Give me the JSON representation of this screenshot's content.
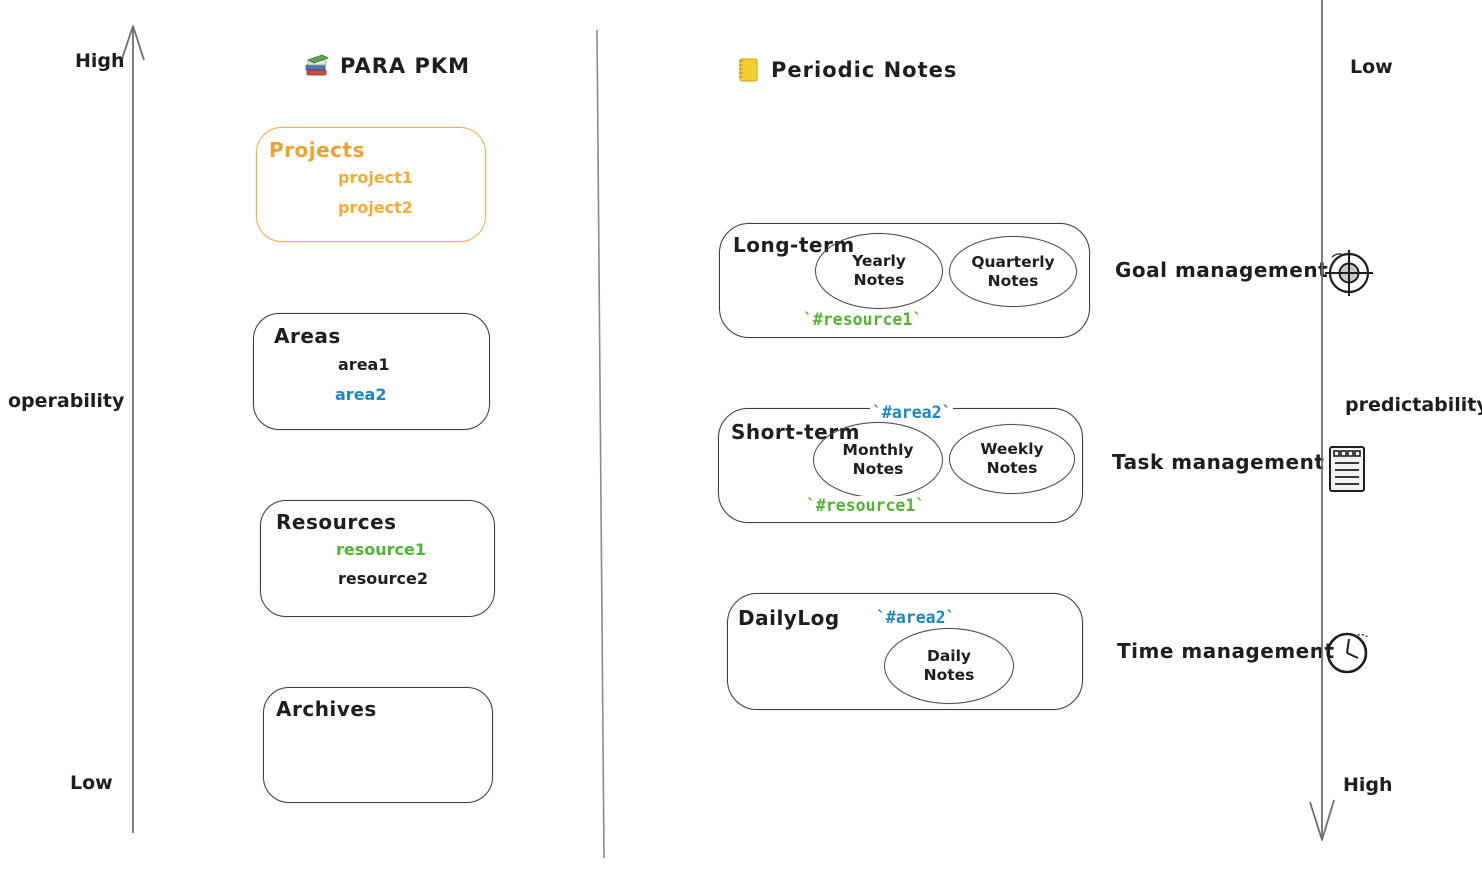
{
  "colors": {
    "ink": "#1e1e1e",
    "axis_line": "#6f6f6f",
    "divider_line": "#8a8a8a",
    "orange_border": "#f2b24a",
    "orange_title": "#efa12f",
    "orange_item": "#f1ad36",
    "blue": "#1a87be",
    "green": "#53b332"
  },
  "left_axis": {
    "top": "High",
    "bottom": "Low",
    "label": "operability"
  },
  "right_axis": {
    "top": "Low",
    "bottom": "High",
    "label": "predictability"
  },
  "para": {
    "title": "PARA PKM",
    "icon": "books-icon",
    "projects": {
      "title": "Projects",
      "item1": "project1",
      "item2": "project2"
    },
    "areas": {
      "title": "Areas",
      "item1": "area1",
      "item2": "area2"
    },
    "resources": {
      "title": "Resources",
      "item1": "resource1",
      "item2": "resource2"
    },
    "archives": {
      "title": "Archives"
    }
  },
  "periodic": {
    "title": "Periodic Notes",
    "icon": "ledger-icon",
    "long_term": {
      "title": "Long-term",
      "ellipse1_line1": "Yearly",
      "ellipse1_line2": "Notes",
      "ellipse2_line1": "Quarterly",
      "ellipse2_line2": "Notes",
      "tag_bottom": "`#resource1`"
    },
    "short_term": {
      "title": "Short-term",
      "tag_top": "`#area2`",
      "ellipse1_line1": "Monthly",
      "ellipse1_line2": "Notes",
      "ellipse2_line1": "Weekly",
      "ellipse2_line2": "Notes",
      "tag_bottom": "`#resource1`"
    },
    "daily_log": {
      "title": "DailyLog",
      "tag_top": "`#area2`",
      "ellipse1_line1": "Daily",
      "ellipse1_line2": "Notes"
    }
  },
  "management": {
    "goal": "Goal management",
    "task": "Task management",
    "time": "Time management"
  }
}
